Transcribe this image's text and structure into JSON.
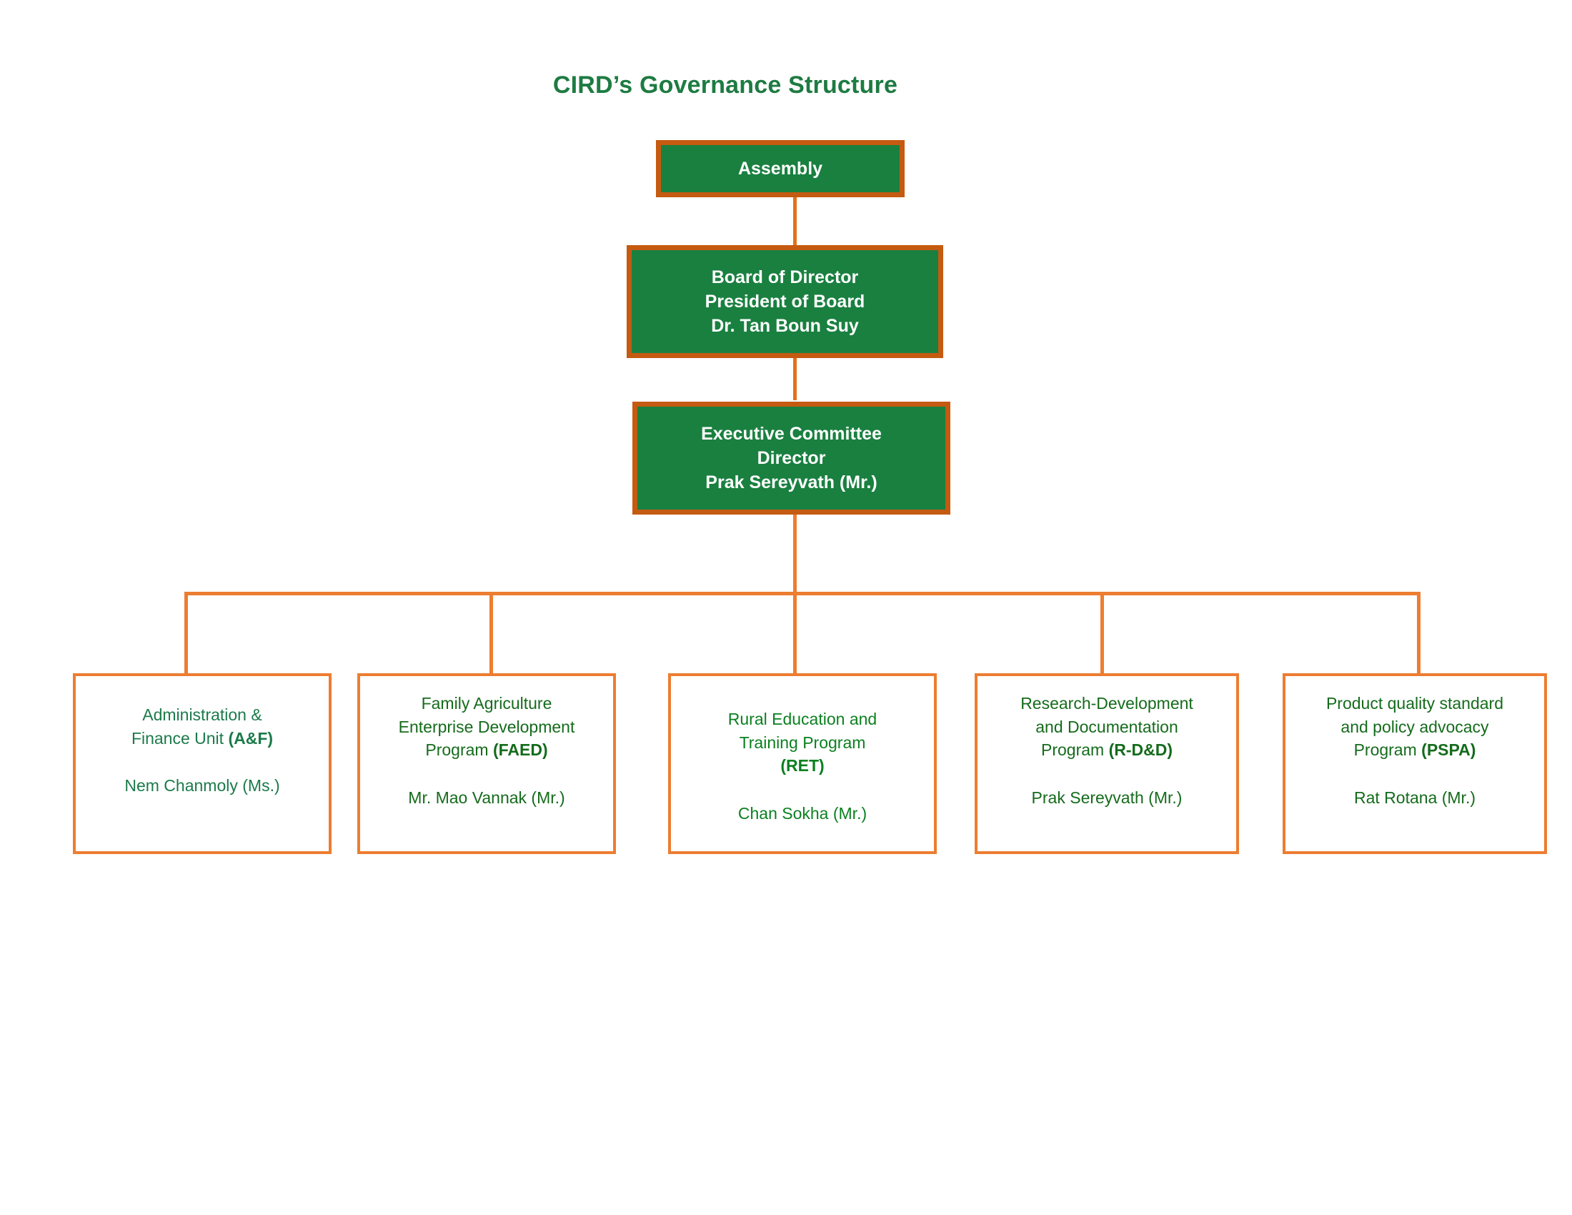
{
  "title": "CIRD’s Governance Structure",
  "colors": {
    "title_green": "#1E7B42",
    "box_green_fill": "#1A8040",
    "box_green_border": "#C55A11",
    "unit_border_orange": "#ED7D31",
    "connector_orange": "#ED7D31",
    "text_white": "#FFFFFF",
    "text_green_teal": "#1B7A4A",
    "text_green_dark": "#156B1C",
    "text_green_bright": "#0C8021"
  },
  "hierarchy": {
    "assembly": {
      "lines": [
        "Assembly"
      ]
    },
    "board": {
      "lines": [
        "Board of Director",
        "President of Board",
        "Dr. Tan Boun Suy"
      ]
    },
    "executive": {
      "lines": [
        "Executive Committee",
        "Director",
        "Prak Sereyvath (Mr.)"
      ]
    }
  },
  "units": [
    {
      "title_lines": [
        "Administration &",
        "Finance Unit "
      ],
      "acronym": "(A&F)",
      "acronym_on_line": 1,
      "person": "Nem Chanmoly (Ms.)"
    },
    {
      "title_lines": [
        "Family Agriculture",
        "Enterprise Development",
        "Program "
      ],
      "acronym": "(FAED)",
      "acronym_on_line": 2,
      "person": "Mr. Mao Vannak (Mr.)"
    },
    {
      "title_lines": [
        "Rural Education and",
        "Training Program",
        ""
      ],
      "acronym": "(RET)",
      "acronym_on_line": 2,
      "person": "Chan Sokha (Mr.)"
    },
    {
      "title_lines": [
        "Research-Development",
        "and Documentation",
        "Program "
      ],
      "acronym": "(R-D&D)",
      "acronym_on_line": 2,
      "person": "Prak Sereyvath (Mr.)"
    },
    {
      "title_lines": [
        "Product quality standard",
        "and policy advocacy",
        "Program "
      ],
      "acronym": "(PSPA)",
      "acronym_on_line": 2,
      "person": "Rat Rotana (Mr.)"
    }
  ]
}
